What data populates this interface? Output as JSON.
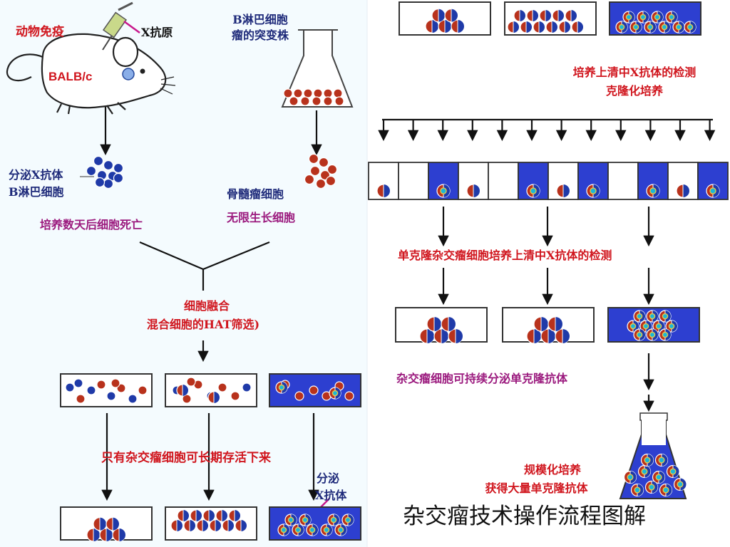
{
  "title": "杂交瘤技术操作流程图解",
  "labels": {
    "animal_immunize": "动物免疫",
    "antigen": "X抗原",
    "mouse_strain": "BALB/c",
    "b_mutant_line1": "B淋巴细胞",
    "b_mutant_line2": "瘤的突变株",
    "secrete_b_line1": "分泌X抗体",
    "secrete_b_line2": "B淋巴细胞",
    "myeloma": "骨髓瘤细胞",
    "unlimited_growth": "无限生长细胞",
    "die_after_days": "培养数天后细胞死亡",
    "fusion_line1": "细胞融合",
    "fusion_line2": "混合细胞的HAT筛选)",
    "only_hybridoma": "只有杂交瘤细胞可长期存活下来",
    "secrete_x_line1": "分泌",
    "secrete_x_line2": "X抗体",
    "supernatant_detect_line1": "培养上清中X抗体的检测",
    "supernatant_detect_line2": "克隆化培养",
    "monoclonal_detect": "单克隆杂交瘤细胞培养上清中X抗体的检测",
    "continuous_secrete": "杂交瘤细胞可持续分泌单克隆抗体",
    "scale_line1": "规模化培养",
    "scale_line2": "获得大量单克隆抗体"
  },
  "colors": {
    "red_text": "#d0151d",
    "blue_text": "#1e2a7a",
    "purple_text": "#9b1a7e",
    "blue_medium": "#2d3fd0",
    "red_cell": "#b8321c",
    "blue_cell": "#1f3aa8"
  },
  "icons": [
    "syringe-icon",
    "mouse-icon",
    "flask-icon",
    "arrow-icon",
    "culture-dish-icon",
    "cell-icon",
    "hybridoma-cell-icon"
  ]
}
